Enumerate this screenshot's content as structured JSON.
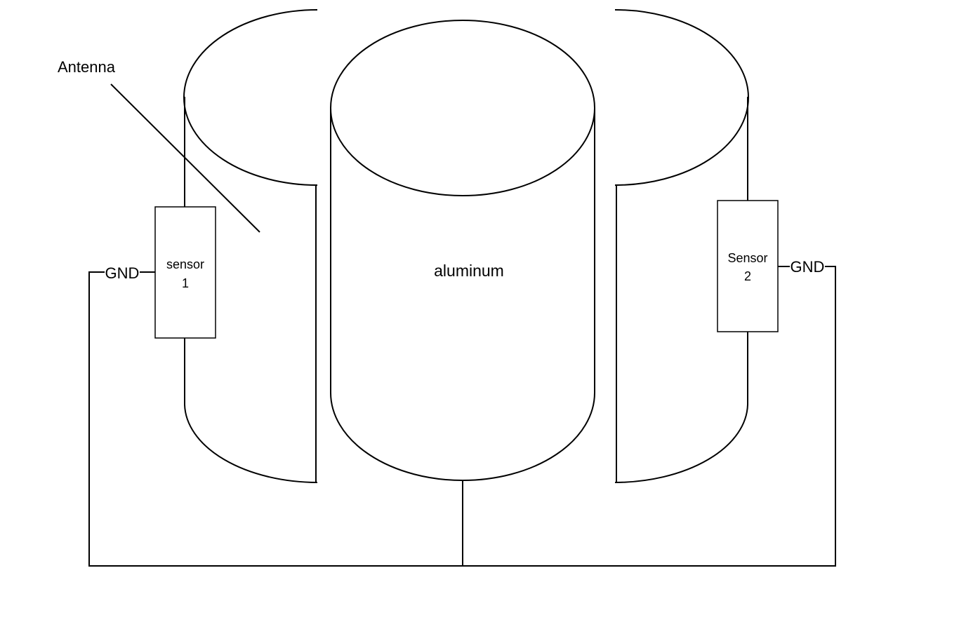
{
  "labels": {
    "antenna": "Antenna",
    "center": "aluminum",
    "sensor1_line1": "sensor",
    "sensor1_line2": "1",
    "sensor2_line1": "Sensor",
    "sensor2_line2": "2",
    "gnd_left": "GND",
    "gnd_right": "GND"
  },
  "colors": {
    "line": "#000000",
    "background": "#ffffff"
  }
}
